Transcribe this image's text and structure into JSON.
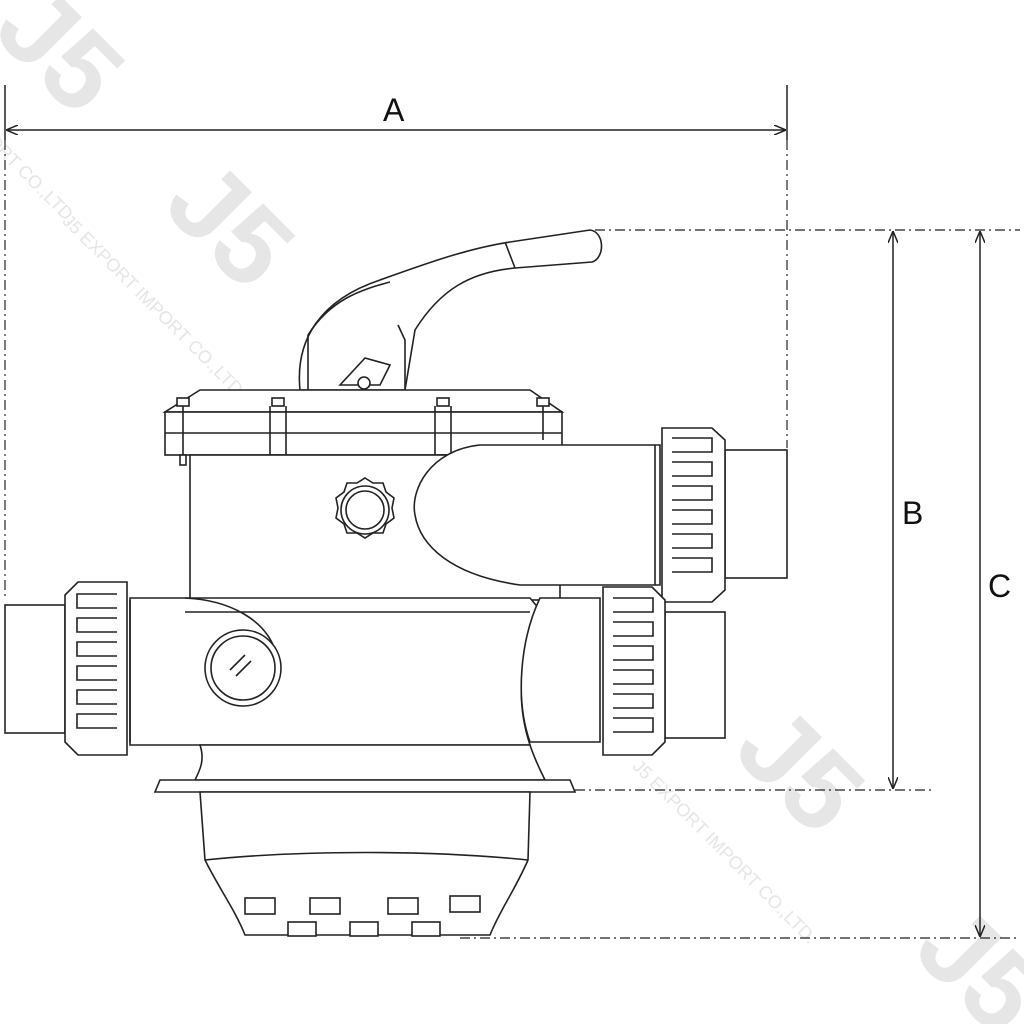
{
  "dimensions": {
    "a_label": "A",
    "b_label": "B",
    "c_label": "C"
  },
  "watermark": {
    "logo": "J5",
    "text": "J5 EXPORT IMPORT CO.,LTD."
  },
  "colors": {
    "line": "#222222",
    "watermark": "#e6e6e6",
    "background": "#ffffff"
  }
}
